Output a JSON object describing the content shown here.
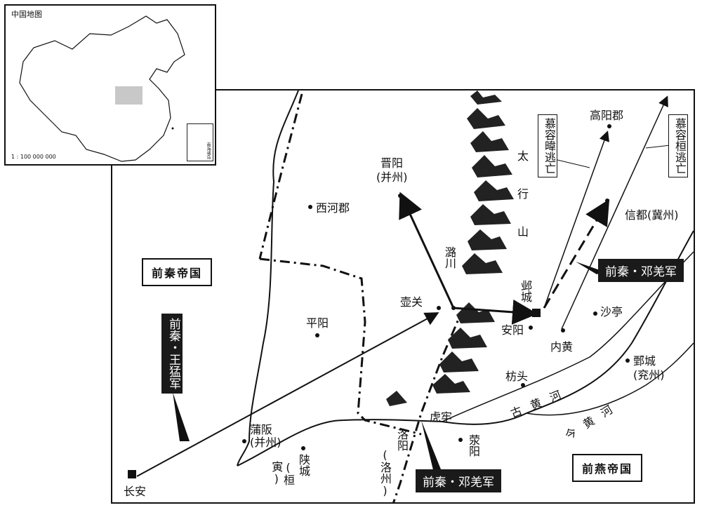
{
  "inset": {
    "title": "中国地图",
    "scale": "1 : 100 000 000",
    "nanhai": "南海诸岛"
  },
  "regions": {
    "qianqin": "前秦帝国",
    "qianyan": "前燕帝国"
  },
  "mountains": {
    "taihang": "太行山"
  },
  "rivers": {
    "old_yellow": "古黄河",
    "new_yellow": "今黄河"
  },
  "places": {
    "changan": "长安",
    "puban": "蒲阪",
    "puban_sub": "(并州)",
    "shancheng": "陕城",
    "shancheng_sub": "(桓寅)",
    "luoyang": "洛阳",
    "luoyang_sub": "(洛州)",
    "hulao": "虎牢",
    "xingyang": "荥阳",
    "fangtou": "枋头",
    "pingyang": "平阳",
    "xihe": "西河郡",
    "jinyang": "晋阳",
    "jinyang_sub": "(并州)",
    "huguan": "壶关",
    "luchuan": "潞川",
    "yecheng": "邺城",
    "anyang": "安阳",
    "neihuang": "内黄",
    "shating": "沙亭",
    "juancheng": "鄄城",
    "juancheng_sub": "(兖州)",
    "xindu": "信都(冀州)",
    "gaoyang": "高阳郡"
  },
  "armies": {
    "wangmeng": "前秦・王猛军",
    "dengqiang_north": "前秦・邓羌军",
    "dengqiang_south": "前秦・邓羌军"
  },
  "flights": {
    "murong_wei": "慕容暐逃亡",
    "murong_huan": "慕容桓逃亡"
  }
}
